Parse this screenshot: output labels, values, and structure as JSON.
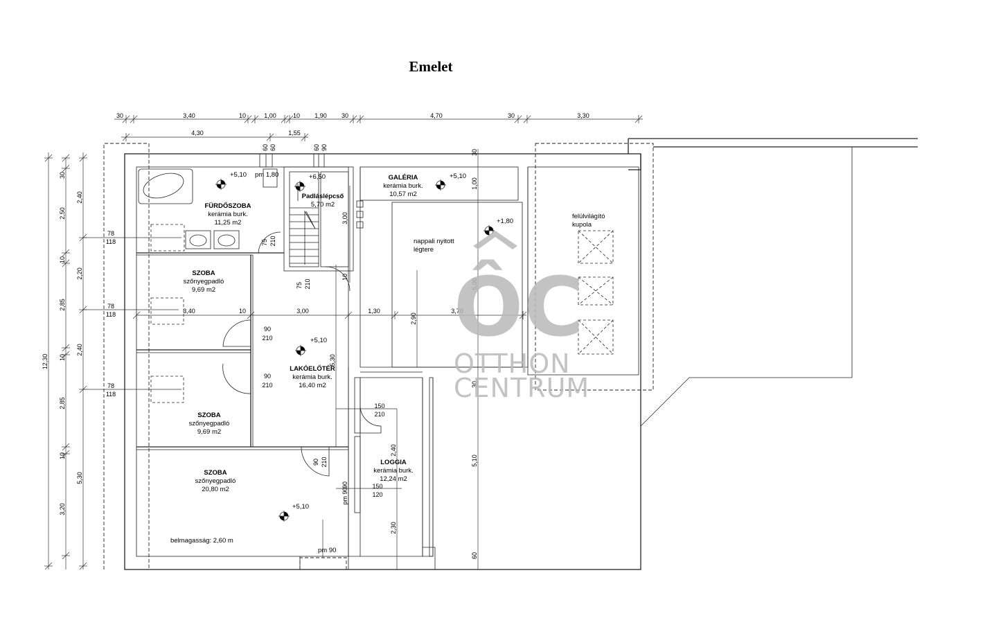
{
  "title": "Emelet",
  "rooms": {
    "bath": {
      "name": "FÜRDŐSZOBA",
      "floor": "kerámia burk.",
      "area": "11,25 m2"
    },
    "attic": {
      "name": "Padláslépcső",
      "area": "5,70 m2"
    },
    "gallery": {
      "name": "GALÉRIA",
      "floor": "kerámia burk.",
      "area": "10,57 m2"
    },
    "room1": {
      "name": "SZOBA",
      "floor": "szőnyegpadló",
      "area": "9,69 m2"
    },
    "hall": {
      "name": "LAKÓELŐTÉR",
      "floor": "kerámia burk.",
      "area": "16,40 m2"
    },
    "room2": {
      "name": "SZOBA",
      "floor": "szőnyegpadló",
      "area": "9,69 m2"
    },
    "room3": {
      "name": "SZOBA",
      "floor": "szőnyegpadló",
      "area": "20,80 m2"
    },
    "loggia": {
      "name": "LOGGIA",
      "floor": "kerámia burk.",
      "area": "12,24 m2"
    }
  },
  "notes": {
    "living_open_1": "nappali nyitott",
    "living_open_2": "légtere",
    "skylight_1": "felülvilágító",
    "skylight_2": "kupola",
    "ceiling": "belmagasság: 2,60 m",
    "pm180": "pm 1,80",
    "pm90_v": "pm 90",
    "pm90_h": "pm 90"
  },
  "levels": {
    "bath": "+5,10",
    "attic": "+6,50",
    "gallery": "+5,10",
    "living": "+1,80",
    "hall": "+5,10",
    "room3": "+5,10"
  },
  "dims": {
    "top1": [
      "30",
      "3,40",
      "10",
      "1,00",
      "10",
      "1,90",
      "30",
      "4,70",
      "30",
      "3,30"
    ],
    "top2": [
      "4,30",
      "1,55"
    ],
    "top_win": [
      "60",
      "60",
      "60",
      "90"
    ],
    "left_outer": "12,30",
    "left_mid": [
      "2,40",
      "2,20",
      "2,40",
      "5,30"
    ],
    "left_inner": [
      "30",
      "2,50",
      "10",
      "2,85",
      "10",
      "2,85",
      "10",
      "3,20"
    ],
    "win_left": [
      [
        "78",
        "118"
      ],
      [
        "78",
        "118"
      ],
      [
        "78",
        "118"
      ]
    ],
    "mid_row": [
      "3,40",
      "10",
      "3,00",
      "1,30",
      "3,70"
    ],
    "stair": [
      "3,00",
      "10"
    ],
    "door_bath": [
      "75",
      "210"
    ],
    "door_stair": [
      "75",
      "210"
    ],
    "door_r1": [
      "90",
      "210"
    ],
    "door_r2": [
      "90",
      "210"
    ],
    "door_r3": [
      "90",
      "210"
    ],
    "door_loggia": [
      "150",
      "210"
    ],
    "win_loggia": [
      "150",
      "120"
    ],
    "living_h": "2,90",
    "gallery_v": [
      "30",
      "1,00",
      "5,00"
    ],
    "right_v": [
      "30",
      "5,10",
      "60"
    ],
    "loggia_v": [
      "2,40",
      "2,30"
    ],
    "hall_v": "5,30",
    "pm90": "90"
  },
  "watermark": {
    "logo": "ÔC",
    "line1": "OTTHON",
    "line2": "CENTRUM"
  }
}
